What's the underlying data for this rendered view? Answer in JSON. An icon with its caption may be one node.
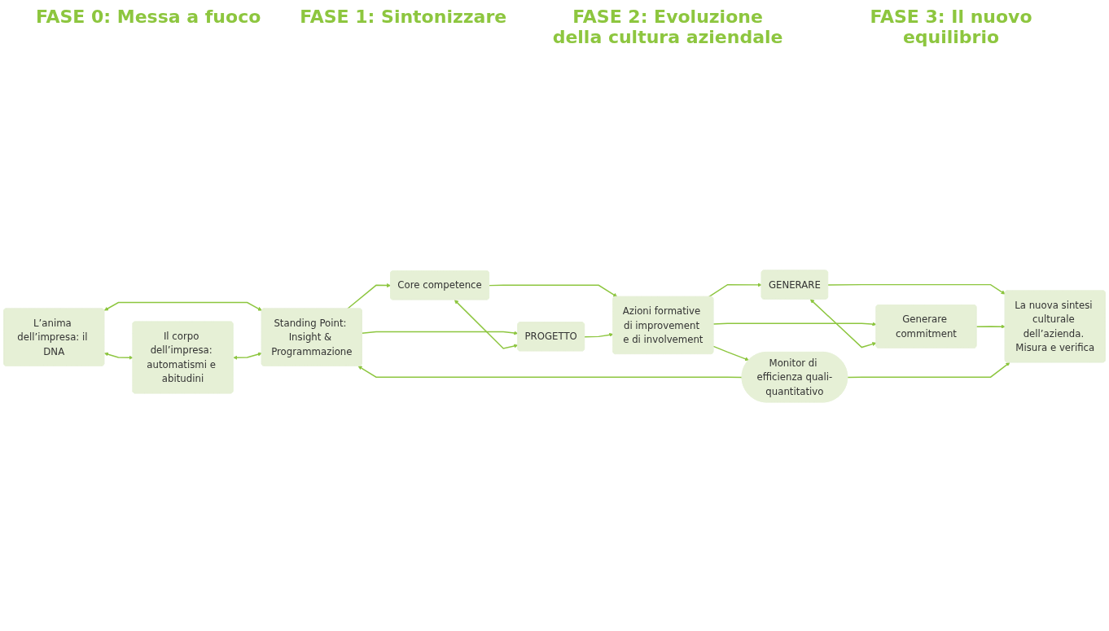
{
  "diagram": {
    "nodes": [
      {
        "text": [
          "L’anima dell’impresa: il DNA"
        ]
      },
      {
        "text": [
          "Il corpo dell’impresa: automatismi e abitudini"
        ]
      },
      {
        "text": [
          "Standing Point: Insight & Programmazione"
        ]
      },
      {
        "text": [
          "Core competence"
        ]
      },
      {
        "text": [
          "PROGETTO"
        ]
      },
      {
        "text": [
          "Azioni formative di improvement e di involvement"
        ]
      },
      {
        "text": [
          "GENERARE"
        ]
      },
      {
        "text": [
          "Generare commitment"
        ]
      },
      {
        "text": [
          "La nuova sintesi culturale dell’azienda. Misura e verifica"
        ]
      },
      {
        "text": [
          "Monitor di efficienza quali-quantitativo"
        ]
      }
    ],
    "edges": [
      {
        "from": 0,
        "to": 2,
        "arrow": "both"
      },
      {
        "from": 1,
        "to": 2,
        "arrow": "both"
      },
      {
        "from": 0,
        "to": 1,
        "arrow": "both"
      },
      {
        "from": 2,
        "to": 3,
        "arrow": "to"
      },
      {
        "from": 2,
        "to": 4,
        "arrow": "to"
      },
      {
        "from": 3,
        "to": 4,
        "arrow": "both"
      },
      {
        "from": 3,
        "to": 5,
        "arrow": "to"
      },
      {
        "from": 4,
        "to": 5,
        "arrow": "to"
      },
      {
        "from": 5,
        "to": 6,
        "arrow": "to"
      },
      {
        "from": 5,
        "to": 7,
        "arrow": "to"
      },
      {
        "from": 6,
        "to": 7,
        "arrow": "both"
      },
      {
        "from": 6,
        "to": 8,
        "arrow": "to"
      },
      {
        "from": 7,
        "to": 8,
        "arrow": "to"
      },
      {
        "from": 5,
        "to": 9,
        "arrow": "to"
      },
      {
        "from": 9,
        "to": 2,
        "arrow": "to"
      },
      {
        "from": 9,
        "to": 8,
        "arrow": "to"
      }
    ],
    "labels": [
      "FASE 0: Messa a fuoco",
      "FASE 1: Sintonizzare",
      "FASE 2: Evoluzione della cultura aziendale",
      "FASE 3: Il nuovo equilibrio"
    ]
  }
}
